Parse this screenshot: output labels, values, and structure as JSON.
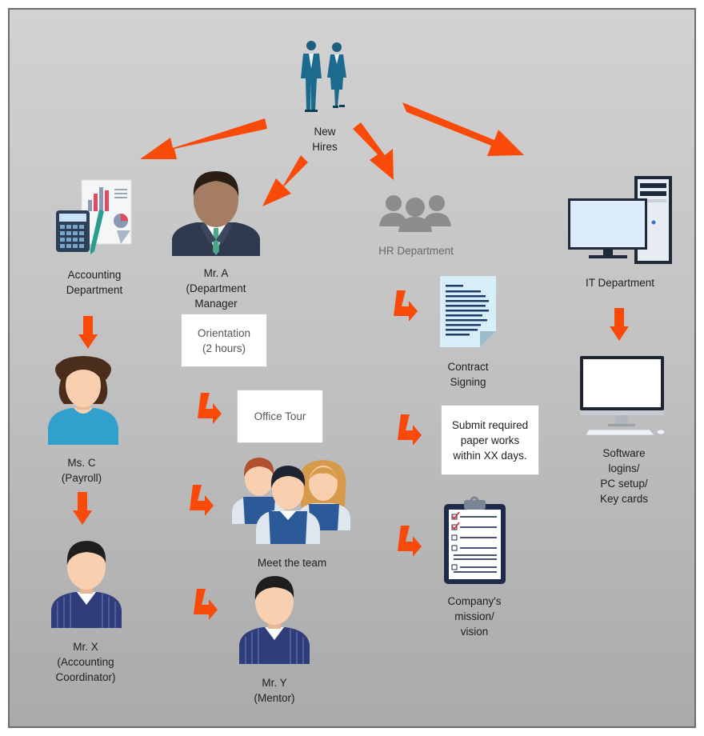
{
  "colors": {
    "arrow": "#fa4a0a",
    "suit": "#1c6b8f",
    "hr_gray": "#8c8c8c",
    "box_border": "#c8c8c8"
  },
  "new_hires": {
    "label": [
      "New",
      "Hires"
    ],
    "icon": "business-people-icon"
  },
  "accounting": {
    "label": [
      "Accounting",
      "Department"
    ],
    "icon": "accounting-documents-icon"
  },
  "mr_a": {
    "label": [
      "Mr. A",
      "(Department",
      "Manager"
    ],
    "icon": "manager-avatar-icon"
  },
  "hr": {
    "label": "HR Department",
    "icon": "group-icon"
  },
  "it": {
    "label": "IT Department",
    "icon": "desktop-tower-icon"
  },
  "orientation": {
    "lines": [
      "Orientation",
      "(2 hours)"
    ]
  },
  "office_tour": {
    "lines": [
      "Office Tour"
    ]
  },
  "meet_team": {
    "label": "Meet the team",
    "icon": "team-icon"
  },
  "mr_y": {
    "label": [
      "Mr. Y",
      "(Mentor)"
    ],
    "icon": "mentor-avatar-icon"
  },
  "ms_c": {
    "label": [
      "Ms. C",
      "(Payroll)"
    ],
    "icon": "woman-avatar-icon"
  },
  "mr_x": {
    "label": [
      "Mr. X",
      "(Accounting",
      "Coordinator)"
    ],
    "icon": "man-avatar-icon"
  },
  "contract": {
    "label": [
      "Contract",
      "Signing"
    ],
    "icon": "document-icon"
  },
  "paperwork": {
    "lines": [
      "Submit required",
      "paper works",
      "within XX days."
    ]
  },
  "mission": {
    "label": [
      "Company's",
      "mission/",
      "vision"
    ],
    "icon": "clipboard-checklist-icon"
  },
  "software": {
    "label": [
      "Software",
      "logins/",
      "PC setup/",
      "Key cards"
    ],
    "icon": "monitor-keyboard-icon"
  }
}
